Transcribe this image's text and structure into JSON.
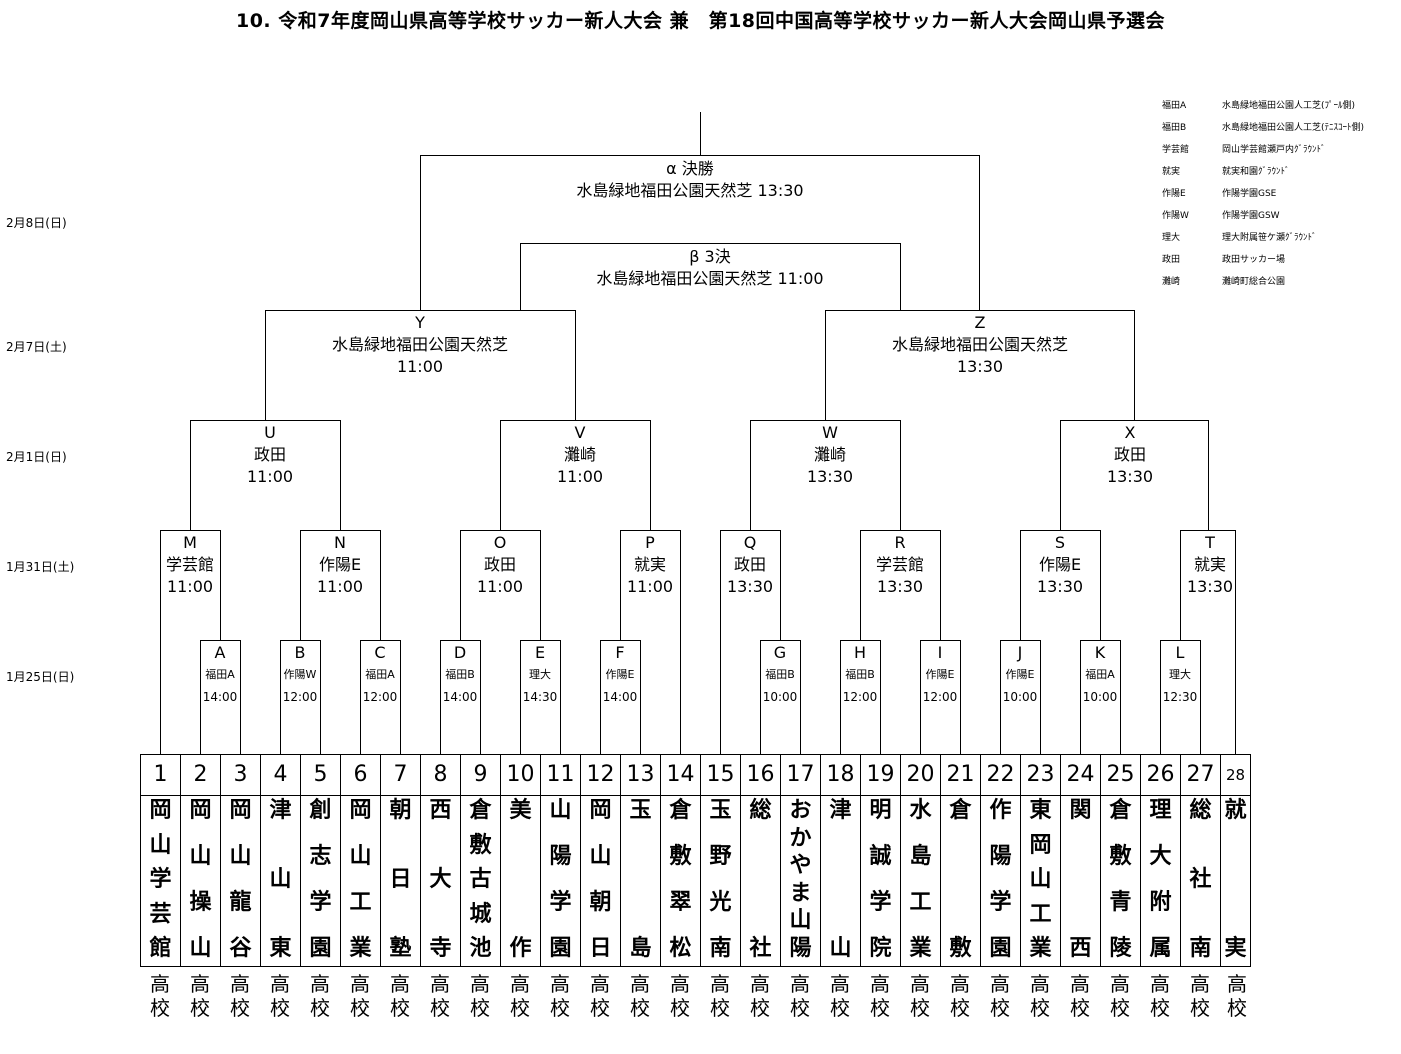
{
  "title": "10. 令和7年度岡山県高等学校サッカー新人大会 兼　第18回中国高等学校サッカー新人大会岡山県予選会",
  "dates": [
    "2月8日(日)",
    "2月7日(土)",
    "2月1日(日)",
    "1月31日(土)",
    "1月25日(日)"
  ],
  "legend": [
    {
      "abbr": "福田A",
      "full": "水島緑地福田公園人工芝(ﾌﾟｰﾙ側)"
    },
    {
      "abbr": "福田B",
      "full": "水島緑地福田公園人工芝(ﾃﾆｽｺｰﾄ側)"
    },
    {
      "abbr": "学芸館",
      "full": "岡山学芸館瀬戸内ｸﾞﾗｳﾝﾄﾞ"
    },
    {
      "abbr": "就実",
      "full": "就実和園ｸﾞﾗｳﾝﾄﾞ"
    },
    {
      "abbr": "作陽E",
      "full": "作陽学園GSE"
    },
    {
      "abbr": "作陽W",
      "full": "作陽学園GSW"
    },
    {
      "abbr": "理大",
      "full": "理大附属笹ケ瀬ｸﾞﾗｳﾝﾄﾞ"
    },
    {
      "abbr": "政田",
      "full": "政田サッカー場"
    },
    {
      "abbr": "灘崎",
      "full": "灘崎町総合公園"
    }
  ],
  "final": {
    "id": "α 決勝",
    "venue": "水島緑地福田公園天然芝 13:30"
  },
  "third": {
    "id": "β 3決",
    "venue": "水島緑地福田公園天然芝 11:00"
  },
  "semis": [
    {
      "id": "Y",
      "venue": "水島緑地福田公園天然芝",
      "time": "11:00"
    },
    {
      "id": "Z",
      "venue": "水島緑地福田公園天然芝",
      "time": "13:30"
    }
  ],
  "quarters": [
    {
      "id": "U",
      "venue": "政田",
      "time": "11:00"
    },
    {
      "id": "V",
      "venue": "灘崎",
      "time": "11:00"
    },
    {
      "id": "W",
      "venue": "灘崎",
      "time": "13:30"
    },
    {
      "id": "X",
      "venue": "政田",
      "time": "13:30"
    }
  ],
  "r16": [
    {
      "id": "M",
      "venue": "学芸館",
      "time": "11:00"
    },
    {
      "id": "N",
      "venue": "作陽E",
      "time": "11:00"
    },
    {
      "id": "O",
      "venue": "政田",
      "time": "11:00"
    },
    {
      "id": "P",
      "venue": "就実",
      "time": "11:00"
    },
    {
      "id": "Q",
      "venue": "政田",
      "time": "13:30"
    },
    {
      "id": "R",
      "venue": "学芸館",
      "time": "13:30"
    },
    {
      "id": "S",
      "venue": "作陽E",
      "time": "13:30"
    },
    {
      "id": "T",
      "venue": "就実",
      "time": "13:30"
    }
  ],
  "r1": [
    {
      "id": "A",
      "venue": "福田A",
      "time": "14:00"
    },
    {
      "id": "B",
      "venue": "作陽W",
      "time": "12:00"
    },
    {
      "id": "C",
      "venue": "福田A",
      "time": "12:00"
    },
    {
      "id": "D",
      "venue": "福田B",
      "time": "14:00"
    },
    {
      "id": "E",
      "venue": "理大",
      "time": "14:30"
    },
    {
      "id": "F",
      "venue": "作陽E",
      "time": "14:00"
    },
    {
      "id": "G",
      "venue": "福田B",
      "time": "10:00"
    },
    {
      "id": "H",
      "venue": "福田B",
      "time": "12:00"
    },
    {
      "id": "I",
      "venue": "作陽E",
      "time": "12:00"
    },
    {
      "id": "J",
      "venue": "作陽E",
      "time": "10:00"
    },
    {
      "id": "K",
      "venue": "福田A",
      "time": "10:00"
    },
    {
      "id": "L",
      "venue": "理大",
      "time": "12:30"
    }
  ],
  "teams": [
    {
      "num": "1",
      "name": "岡山学芸館"
    },
    {
      "num": "2",
      "name": "岡山操山"
    },
    {
      "num": "3",
      "name": "岡山龍谷"
    },
    {
      "num": "4",
      "name": "津山東"
    },
    {
      "num": "5",
      "name": "創志学園"
    },
    {
      "num": "6",
      "name": "岡山工業"
    },
    {
      "num": "7",
      "name": "朝日塾"
    },
    {
      "num": "8",
      "name": "西大寺"
    },
    {
      "num": "9",
      "name": "倉敷古城池"
    },
    {
      "num": "10",
      "name": "美作"
    },
    {
      "num": "11",
      "name": "山陽学園"
    },
    {
      "num": "12",
      "name": "岡山朝日"
    },
    {
      "num": "13",
      "name": "玉島"
    },
    {
      "num": "14",
      "name": "倉敷翠松"
    },
    {
      "num": "15",
      "name": "玉野光南"
    },
    {
      "num": "16",
      "name": "総社"
    },
    {
      "num": "17",
      "name": "おかやま山陽"
    },
    {
      "num": "18",
      "name": "津山"
    },
    {
      "num": "19",
      "name": "明誠学院"
    },
    {
      "num": "20",
      "name": "水島工業"
    },
    {
      "num": "21",
      "name": "倉敷"
    },
    {
      "num": "22",
      "name": "作陽学園"
    },
    {
      "num": "23",
      "name": "東岡山工業"
    },
    {
      "num": "24",
      "name": "関西"
    },
    {
      "num": "25",
      "name": "倉敷青陵"
    },
    {
      "num": "26",
      "name": "理大附属"
    },
    {
      "num": "27",
      "name": "総社南"
    },
    {
      "num": "28",
      "name": "就実"
    }
  ],
  "suffix": [
    "高",
    "校"
  ]
}
